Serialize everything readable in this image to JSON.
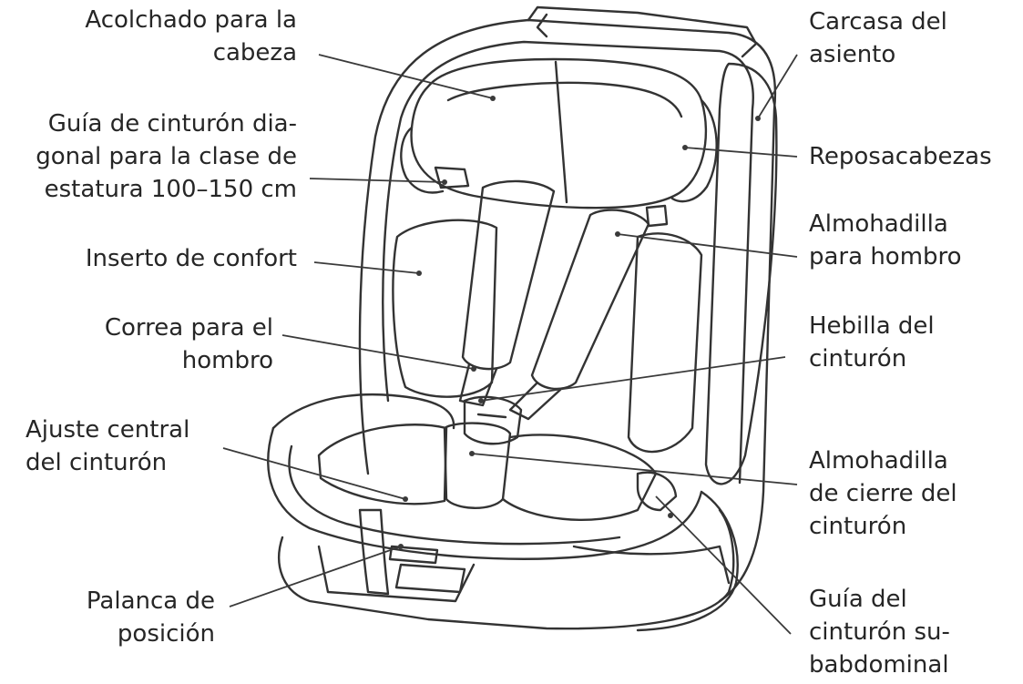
{
  "labels": {
    "acolchado": [
      "Acolchado para la",
      "cabeza"
    ],
    "guia_diag": [
      "Guía de cinturón dia-",
      "gonal para la clase de",
      "estatura 100–150 cm"
    ],
    "inserto": [
      "Inserto de confort"
    ],
    "correa": [
      "Correa para el",
      "hombro"
    ],
    "ajuste": [
      "Ajuste central",
      "del cinturón"
    ],
    "palanca": [
      "Palanca de",
      "posición"
    ],
    "carcasa": [
      "Carcasa del",
      "asiento"
    ],
    "reposa": [
      "Reposacabezas"
    ],
    "almo_hombro": [
      "Almohadilla",
      "para hombro"
    ],
    "hebilla": [
      "Hebilla del",
      "cinturón"
    ],
    "almo_cierre": [
      "Almohadilla",
      "de cierre del",
      "cinturón"
    ],
    "guia_sub": [
      "Guía del",
      "cinturón su-",
      "babdominal"
    ]
  },
  "colors": {
    "line": "#3a3a3a",
    "text": "#262626"
  }
}
